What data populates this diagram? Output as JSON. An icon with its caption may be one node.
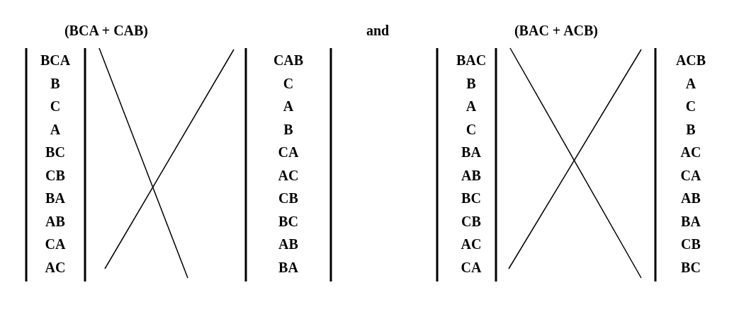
{
  "diagram": {
    "labels": [
      "(BCA + CAB)",
      "and",
      "(BAC + ACB)",
      "BCA",
      "CAB",
      "BAC",
      "ACB",
      "B",
      "C",
      "B",
      "A",
      "C",
      "A",
      "A",
      "C",
      "A",
      "B",
      "C",
      "B",
      "BC",
      "CA",
      "BA",
      "AC",
      "CB",
      "AC",
      "AB",
      "CA",
      "BA",
      "CB",
      "BC",
      "AB",
      "AB",
      "BC",
      "CB",
      "BA",
      "CA",
      "AB",
      "AC",
      "CB",
      "AC",
      "BA",
      "CA",
      "BC"
    ]
  }
}
